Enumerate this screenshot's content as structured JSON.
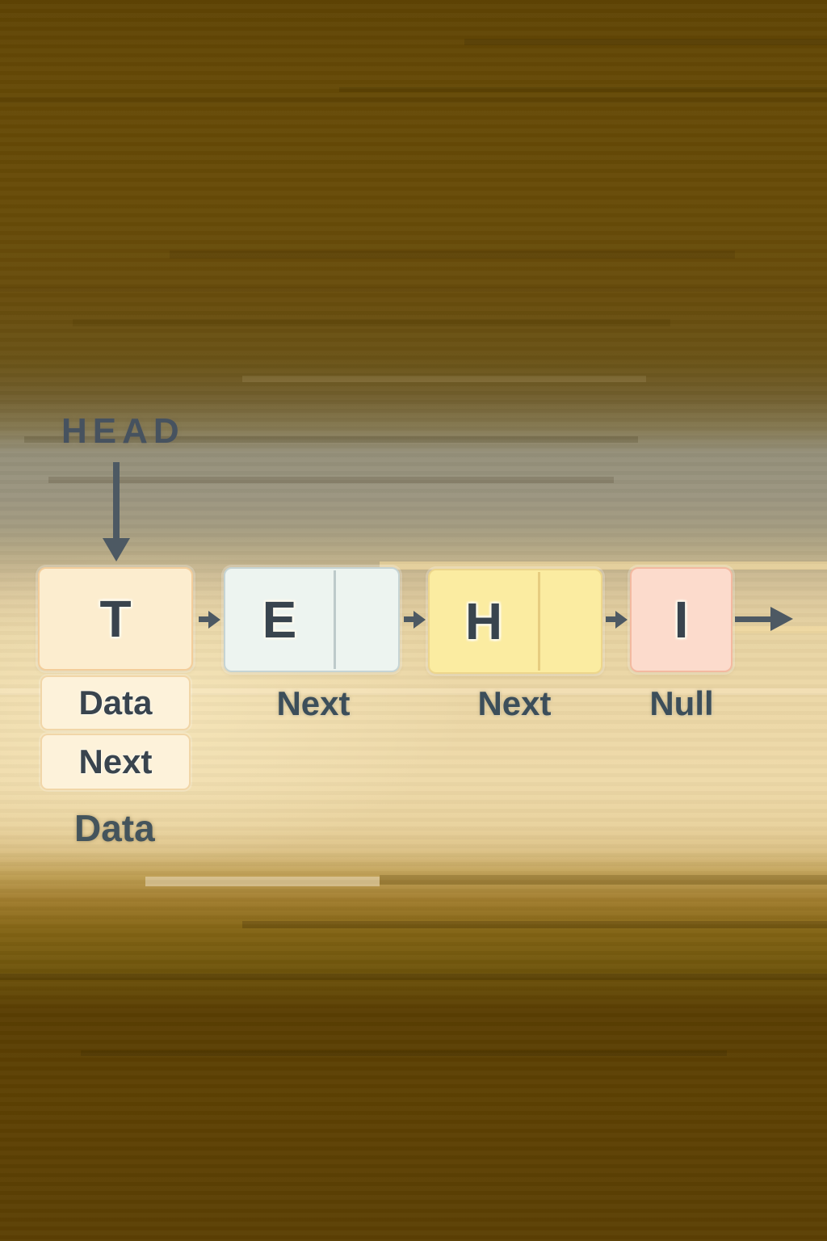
{
  "diagram": {
    "type": "singly-linked-list",
    "head_pointer_label": "HEAD",
    "footer_label": "Data",
    "nodes": [
      {
        "letter": "T",
        "sub_cells": [
          "Data",
          "Next"
        ],
        "caption": "",
        "fill": "#fcedcf",
        "border": "#f3cd9b"
      },
      {
        "letter": "E",
        "caption": "Next",
        "fill": "#edf4f0",
        "border": "#c6d4d4",
        "has_pointer_cell": true
      },
      {
        "letter": "H",
        "caption": "Next",
        "fill": "#fbeca1",
        "border": "#edd68c",
        "has_pointer_cell": true
      },
      {
        "letter": "I",
        "caption": "Null",
        "fill": "#fcdbcc",
        "border": "#f3b9a0",
        "has_tail_arrow": true
      }
    ],
    "colors": {
      "arrow": "#4d5963",
      "label_text": "#3c4e5a",
      "node_letter_text": "#39444e",
      "background_top": "#5f4404",
      "background_middle_band": "#9b9580",
      "background_light_area": "#eed9a8",
      "background_bottom": "#5a3e03"
    }
  }
}
